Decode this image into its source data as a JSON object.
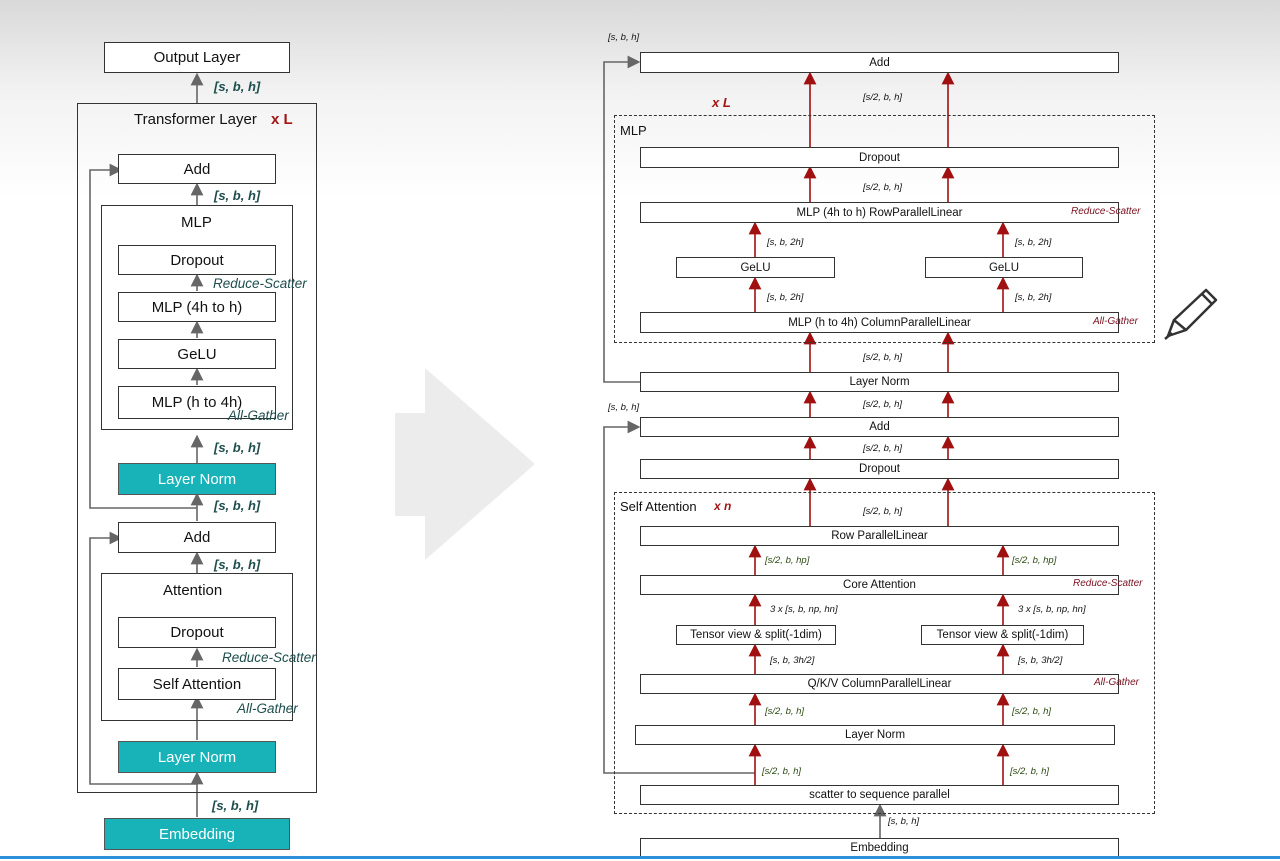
{
  "left": {
    "output": "Output Layer",
    "transformer_title": "Transformer Layer",
    "times_L": "x L",
    "add_top": "Add",
    "mlp_title": "MLP",
    "dropout_mlp": "Dropout",
    "mlp_4h": "MLP (4h to h)",
    "gelu": "GeLU",
    "mlp_h": "MLP (h to 4h)",
    "layernorm1": "Layer Norm",
    "add_bottom": "Add",
    "attention_title": "Attention",
    "dropout_attn": "Dropout",
    "self_attention": "Self Attention",
    "layernorm2": "Layer Norm",
    "embedding": "Embedding",
    "dim": "[s, b, h]",
    "reduce_scatter": "Reduce-Scatter",
    "all_gather": "All-Gather"
  },
  "right": {
    "add_top": "Add",
    "times_L": "x L",
    "mlp_title": "MLP",
    "dropout_mlp": "Dropout",
    "mlp_row": "MLP (4h to h) RowParallelLinear",
    "gelu": "GeLU",
    "mlp_col": "MLP (h to 4h) ColumnParallelLinear",
    "layernorm_mid": "Layer Norm",
    "add_mid": "Add",
    "dropout_attn": "Dropout",
    "sa_title": "Self Attention",
    "times_n": "x n",
    "row_parallel": "Row ParallelLinear",
    "core_attention": "Core Attention",
    "tensor_view": "Tensor view & split(-1dim)",
    "qkv": "Q/K/V ColumnParallelLinear",
    "layernorm_bottom": "Layer Norm",
    "scatter": "scatter to sequence parallel",
    "embedding": "Embedding",
    "dims": {
      "sbh": "[s, b, h]",
      "s2bh": "[s/2, b, h]",
      "sb2h": "[s, b, 2h]",
      "s2bhp": "[s/2, b, hp]",
      "three_x": "3 x [s, b, np, hn]",
      "sb3h2": "[s, b, 3h/2]"
    },
    "reduce_scatter": "Reduce-Scatter",
    "all_gather": "All-Gather"
  },
  "colors": {
    "teal": "#17b3b8",
    "dark_red": "#a31515",
    "arrow_red": "#a01010",
    "annotation_teal": "#1d4d4d"
  },
  "icons": [
    "pencil-icon",
    "arrow-right-icon"
  ]
}
